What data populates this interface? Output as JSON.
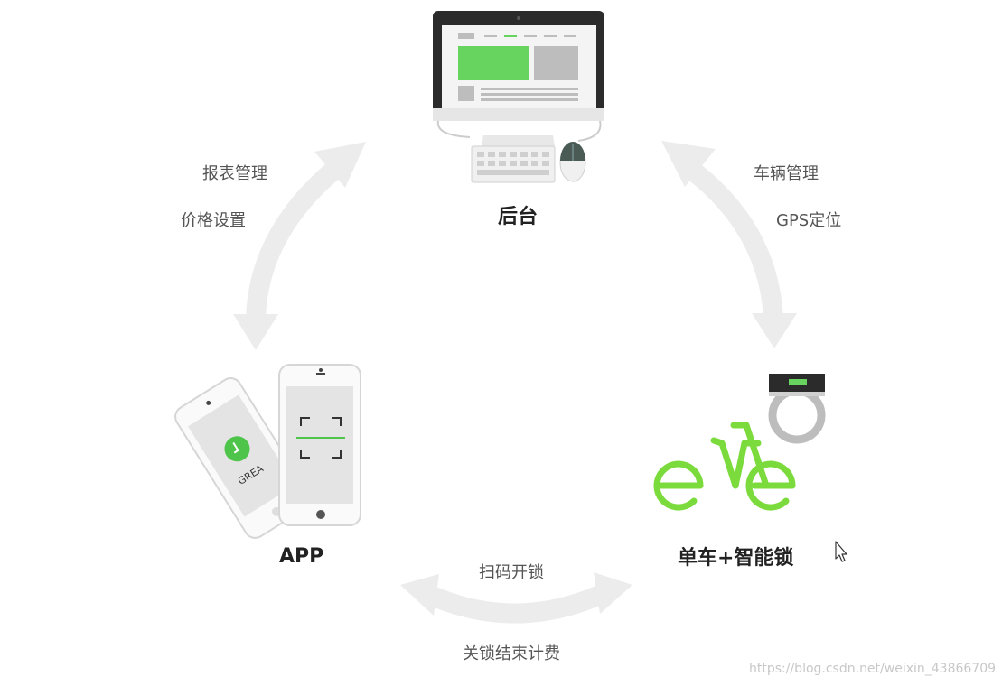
{
  "nodes": {
    "backend": {
      "label": "后台"
    },
    "app": {
      "label": "APP"
    },
    "bike": {
      "label": "单车+智能锁"
    }
  },
  "flows": {
    "app_backend": [
      "报表管理",
      "价格设置"
    ],
    "backend_bike": [
      "车辆管理",
      "GPS定位"
    ],
    "app_bike_top": "扫码开锁",
    "app_bike_bottom": "关锁结束计费"
  },
  "phone_front_text": "GREA",
  "watermark": "https://blog.csdn.net/weixin_43866709",
  "colors": {
    "accent_green": "#66d45f",
    "bike_green": "#7cdb3c",
    "arrow_gray": "#ececec",
    "device_dark": "#2b2b2b",
    "device_light_gray": "#bdbdbd"
  }
}
